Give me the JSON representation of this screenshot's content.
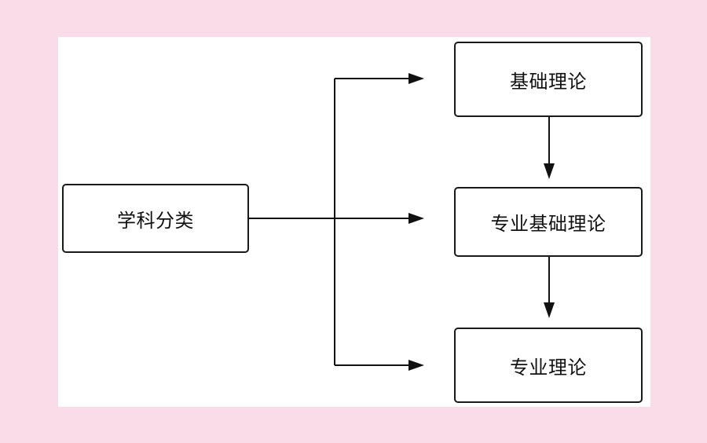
{
  "diagram": {
    "nodes": {
      "classify": "学科分类",
      "basic": "基础理论",
      "pro_basic": "专业基础理论",
      "pro": "专业理论"
    },
    "edges": [
      {
        "from": "classify",
        "to": "basic"
      },
      {
        "from": "classify",
        "to": "pro_basic"
      },
      {
        "from": "classify",
        "to": "pro"
      },
      {
        "from": "basic",
        "to": "pro_basic"
      },
      {
        "from": "pro_basic",
        "to": "pro"
      }
    ]
  },
  "colors": {
    "background": "#fadbe8",
    "canvas": "#ffffff",
    "stroke": "#111111"
  }
}
